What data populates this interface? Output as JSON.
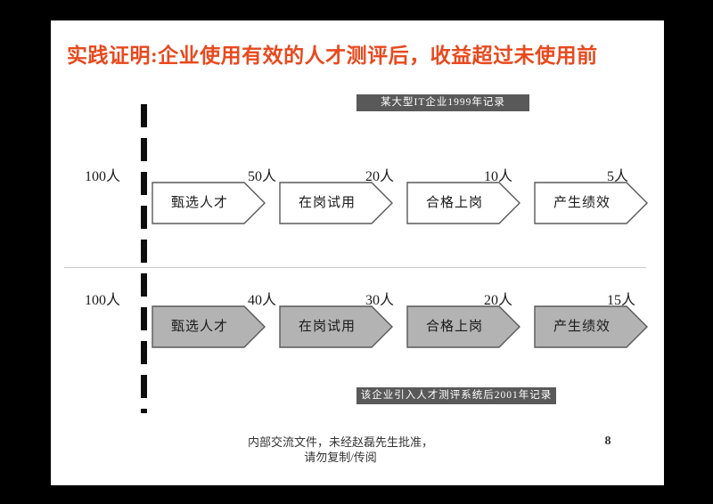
{
  "slide": {
    "title": "实践证明:企业使用有效的人才测评后，收益超过未使用前",
    "background_color": "#ffffff",
    "frame_color": "#000000",
    "title_color": "#E8491E"
  },
  "captions": {
    "top": "某大型IT企业1999年记录",
    "bottom": "该企业引入人才测评系统后2001年记录",
    "background_color": "#595959",
    "text_color": "#ffffff"
  },
  "chart_data": {
    "type": "bar",
    "title": "实践证明:企业使用有效的人才测评后，收益超过未使用前",
    "xlabel": "",
    "ylabel": "",
    "categories": [
      "甄选人才",
      "在岗试用",
      "合格上岗",
      "产生绩效"
    ],
    "stage_start_label": "100人",
    "series": [
      {
        "name": "某大型IT企业1999年记录",
        "start": 100,
        "values": [
          50,
          20,
          10,
          5
        ],
        "value_labels": [
          "100人",
          "50人",
          "20人",
          "10人",
          "5人"
        ],
        "fill": "#ffffff",
        "stroke": "#595959"
      },
      {
        "name": "该企业引入人才测评系统后2001年记录",
        "start": 100,
        "values": [
          40,
          30,
          20,
          15
        ],
        "value_labels": [
          "100人",
          "40人",
          "30人",
          "20人",
          "15人"
        ],
        "fill": "#b3b3b3",
        "stroke": "#595959"
      }
    ]
  },
  "rows": {
    "top": {
      "numbers": [
        "100人",
        "50人",
        "20人",
        "10人",
        "5人"
      ],
      "stages": [
        "甄选人才",
        "在岗试用",
        "合格上岗",
        "产生绩效"
      ]
    },
    "bottom": {
      "numbers": [
        "100人",
        "40人",
        "30人",
        "20人",
        "15人"
      ],
      "stages": [
        "甄选人才",
        "在岗试用",
        "合格上岗",
        "产生绩效"
      ]
    }
  },
  "footer": {
    "line1": "内部交流文件，未经赵磊先生批准，",
    "line2": "请勿复制/传阅",
    "page_number": "8"
  }
}
